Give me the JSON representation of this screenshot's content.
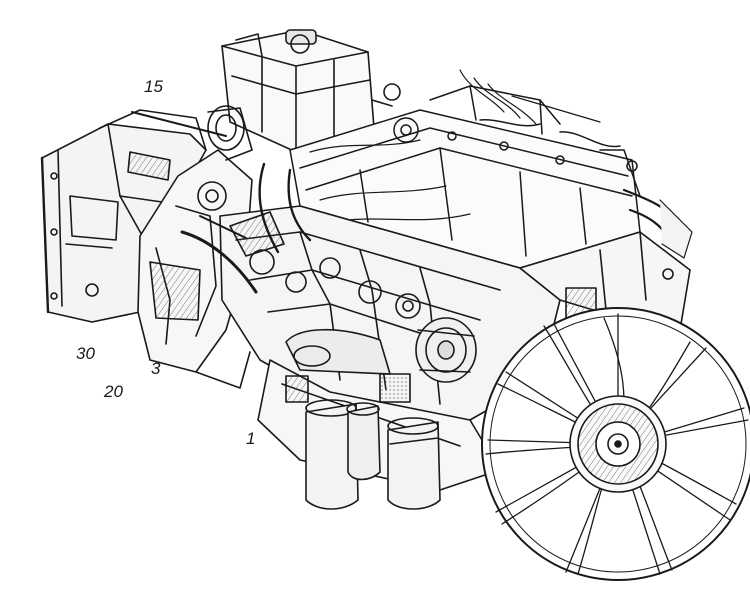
{
  "diagram": {
    "callouts": [
      {
        "id": "c15",
        "label": "15"
      },
      {
        "id": "c30",
        "label": "30"
      },
      {
        "id": "c20",
        "label": "20"
      },
      {
        "id": "c3",
        "label": "3"
      },
      {
        "id": "c1",
        "label": "1"
      }
    ]
  },
  "colors": {
    "ink": "#1a1a1a",
    "background": "#ffffff",
    "shade": "#d9d9d9"
  }
}
